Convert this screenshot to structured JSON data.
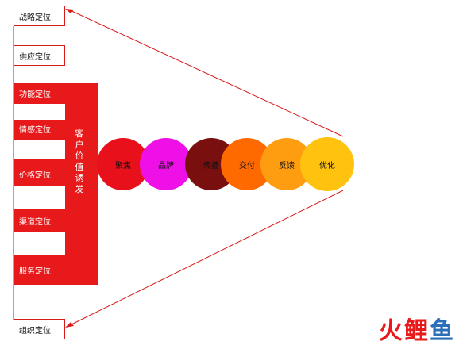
{
  "left_labels": {
    "strategy": "战略定位",
    "supply": "供应定位",
    "organization": "组织定位"
  },
  "red_block": {
    "items": [
      "功能定位",
      "情感定位",
      "价格定位",
      "渠道定位",
      "服务定位"
    ],
    "vertical_text": "客户价值诱发"
  },
  "circles": [
    {
      "label": "聚焦",
      "color": "#e8101a"
    },
    {
      "label": "品牌",
      "color": "#ef10e8"
    },
    {
      "label": "传播",
      "color": "#7a0f0f"
    },
    {
      "label": "交付",
      "color": "#ff6a00"
    },
    {
      "label": "反馈",
      "color": "#ff9d10"
    },
    {
      "label": "优化",
      "color": "#ffc20e"
    }
  ],
  "colors": {
    "accent_red": "#e8191a",
    "line_red": "#d71a1a"
  },
  "watermark": {
    "text_part1": "火",
    "text_part2": "鲤",
    "text_part3": "鱼"
  }
}
